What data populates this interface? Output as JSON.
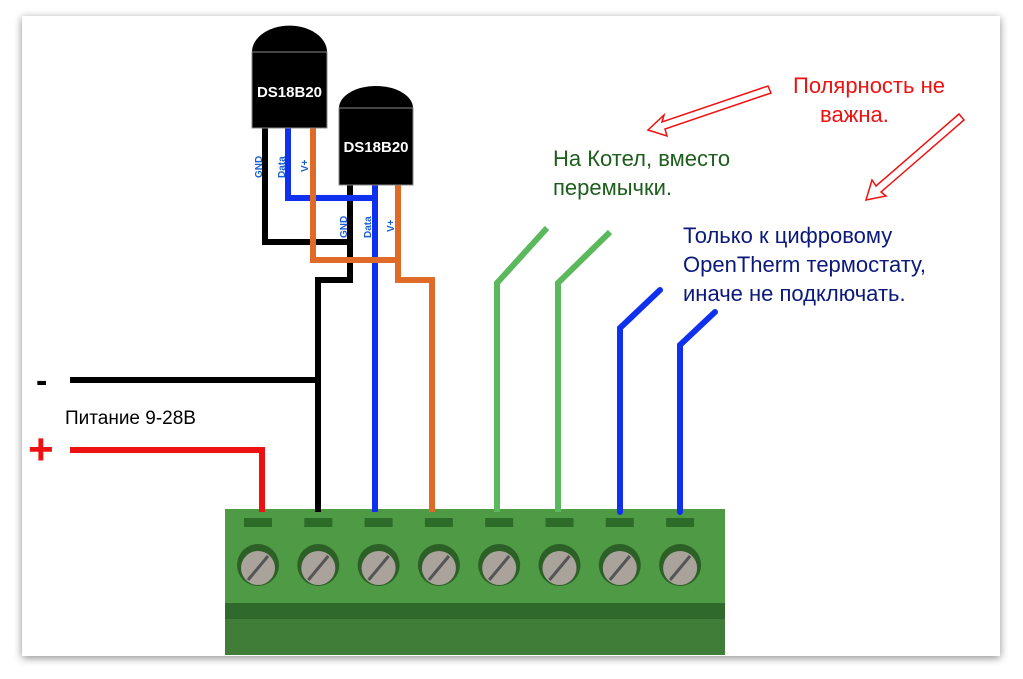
{
  "sensors": [
    {
      "label": "DS18B20",
      "pins": [
        "GND",
        "Data",
        "V+"
      ]
    },
    {
      "label": "DS18B20",
      "pins": [
        "GND",
        "Data",
        "V+"
      ]
    }
  ],
  "power": {
    "minus": "-",
    "plus": "+",
    "label": "Питание 9-28В"
  },
  "notes": {
    "polarity": [
      "Полярность не",
      "важна."
    ],
    "boiler": [
      "На Котел, вместо",
      "перемычки."
    ],
    "opentherm": [
      "Только к цифровому",
      "OpenTherm термостату,",
      "иначе не подключать."
    ]
  },
  "colors": {
    "gnd": "#000000",
    "data": "#1030f0",
    "vplus": "#e06a28",
    "power_plus": "#ee1111",
    "boiler": "#5cb85c",
    "opentherm": "#1030f0",
    "terminal_block": "#4f9a45",
    "polarity_text": "#ee1111",
    "boiler_text": "#1d5e1d",
    "opentherm_text": "#0b1a7a"
  },
  "terminal_count": 8
}
